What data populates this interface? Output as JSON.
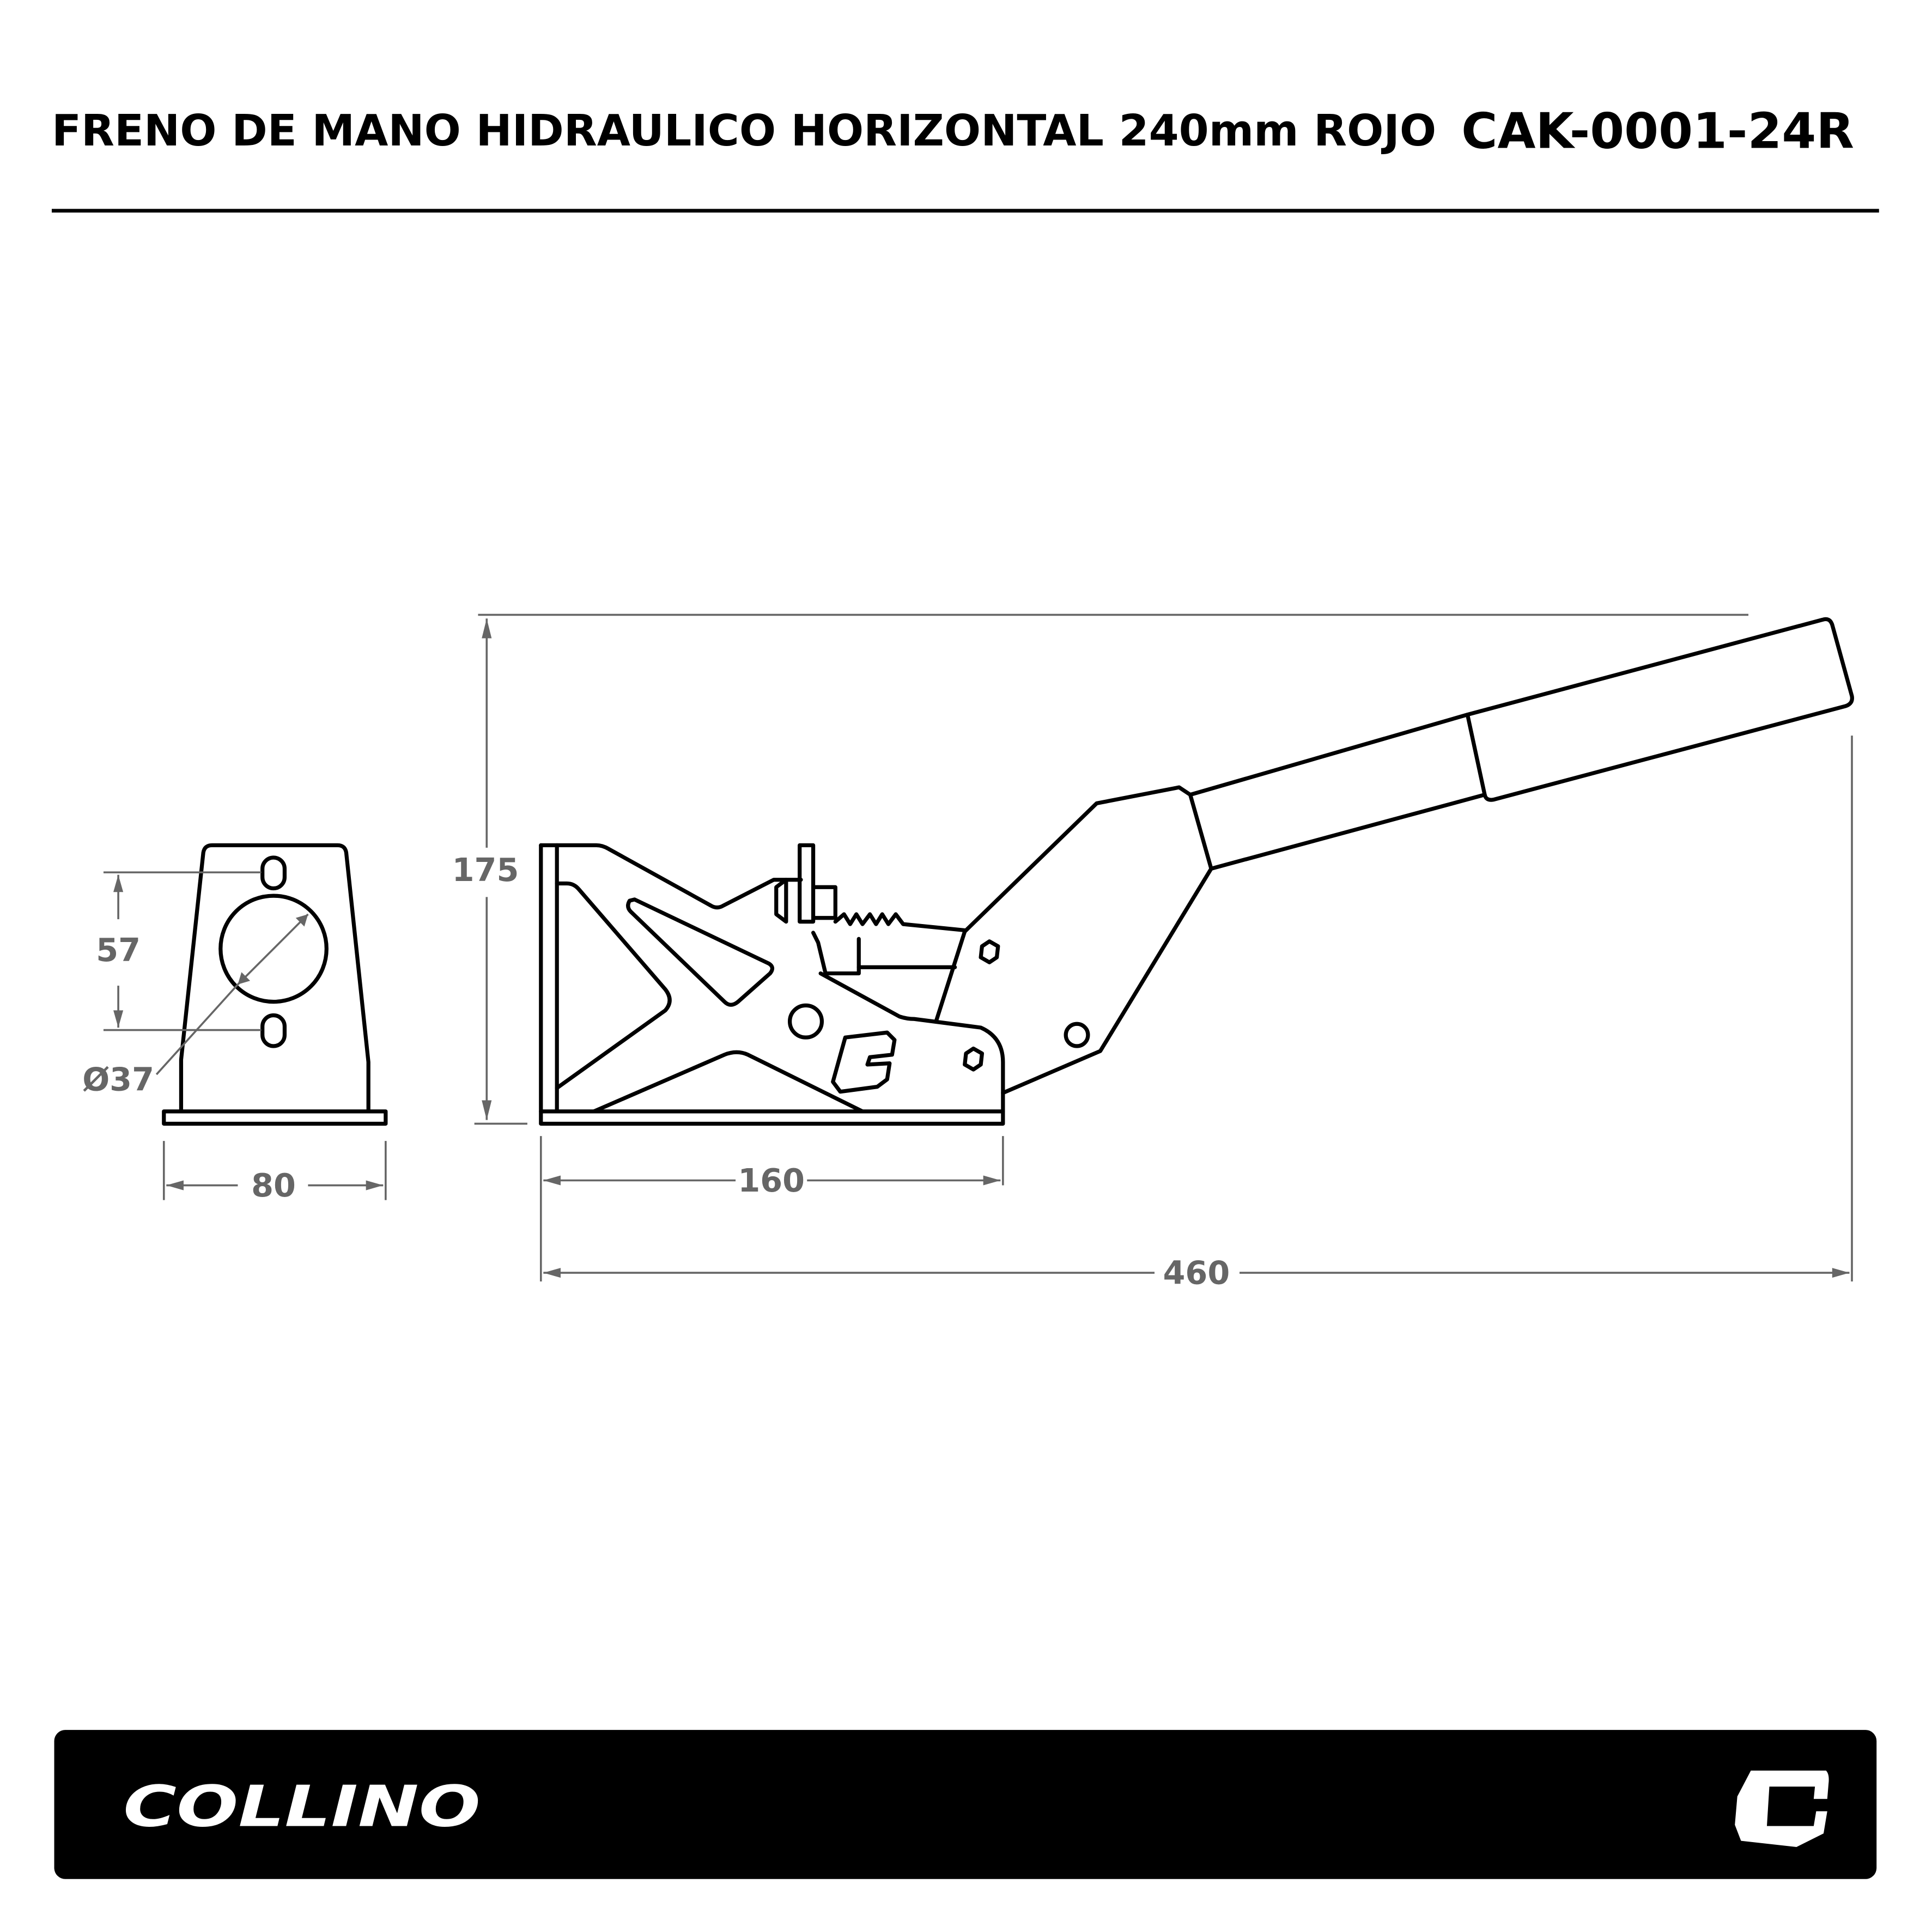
{
  "header": {
    "title": "FRENO DE MANO HIDRAULICO HORIZONTAL 240mm ROJO",
    "code": "CAK-0001-24R"
  },
  "front_view": {
    "hole_spacing": "57",
    "bore_diameter": "Ø37",
    "width": "80"
  },
  "side_view": {
    "height": "175",
    "base_length": "160",
    "total_length": "460"
  },
  "footer": {
    "brand": "COLLINO",
    "logo": "C",
    "background": "#000000"
  },
  "colors": {
    "line": "#000000",
    "dimension": "#666666"
  }
}
